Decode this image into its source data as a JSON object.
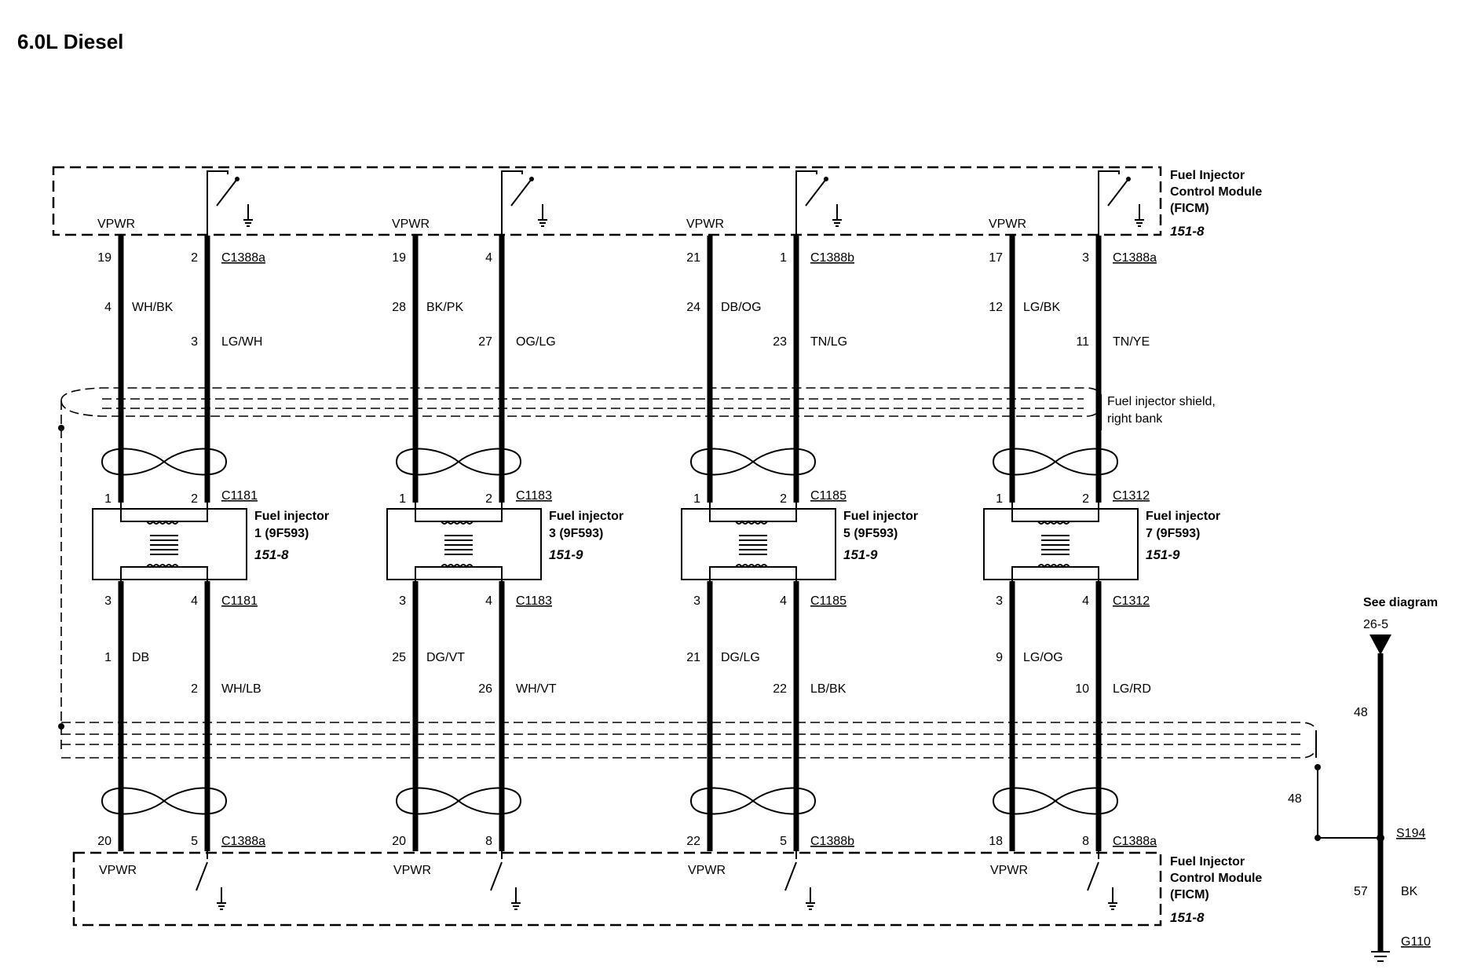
{
  "title": "6.0L Diesel",
  "module_top": {
    "name": [
      "Fuel Injector",
      "Control Module",
      "(FICM)"
    ],
    "ref": "151-8"
  },
  "module_bottom": {
    "name": [
      "Fuel Injector",
      "Control Module",
      "(FICM)"
    ],
    "ref": "151-8"
  },
  "shield_label": [
    "Fuel injector shield,",
    "right bank"
  ],
  "vpwr": "VPWR",
  "circuits": [
    {
      "top_pins": [
        "19",
        "2"
      ],
      "top_connector": "C1388a",
      "left_circuit": "4",
      "left_color": "WH/BK",
      "right_circuit": "3",
      "right_color": "LG/WH",
      "inj_top_pins": [
        "1",
        "2"
      ],
      "inj_connector": "C1181",
      "injector": [
        "Fuel injector",
        "1 (9F593)"
      ],
      "injector_ref": "151-8",
      "inj_bot_pins": [
        "3",
        "4"
      ],
      "left_circuit_b": "1",
      "left_color_b": "DB",
      "right_circuit_b": "2",
      "right_color_b": "WH/LB",
      "bot_pins": [
        "20",
        "5"
      ],
      "bot_connector": "C1388a"
    },
    {
      "top_pins": [
        "19",
        "4"
      ],
      "top_connector": "",
      "left_circuit": "28",
      "left_color": "BK/PK",
      "right_circuit": "27",
      "right_color": "OG/LG",
      "inj_top_pins": [
        "1",
        "2"
      ],
      "inj_connector": "C1183",
      "injector": [
        "Fuel injector",
        "3 (9F593)"
      ],
      "injector_ref": "151-9",
      "inj_bot_pins": [
        "3",
        "4"
      ],
      "left_circuit_b": "25",
      "left_color_b": "DG/VT",
      "right_circuit_b": "26",
      "right_color_b": "WH/VT",
      "bot_pins": [
        "20",
        "8"
      ],
      "bot_connector": ""
    },
    {
      "top_pins": [
        "21",
        "1"
      ],
      "top_connector": "C1388b",
      "left_circuit": "24",
      "left_color": "DB/OG",
      "right_circuit": "23",
      "right_color": "TN/LG",
      "inj_top_pins": [
        "1",
        "2"
      ],
      "inj_connector": "C1185",
      "injector": [
        "Fuel injector",
        "5 (9F593)"
      ],
      "injector_ref": "151-9",
      "inj_bot_pins": [
        "3",
        "4"
      ],
      "left_circuit_b": "21",
      "left_color_b": "DG/LG",
      "right_circuit_b": "22",
      "right_color_b": "LB/BK",
      "bot_pins": [
        "22",
        "5"
      ],
      "bot_connector": "C1388b"
    },
    {
      "top_pins": [
        "17",
        "3"
      ],
      "top_connector": "C1388a",
      "left_circuit": "12",
      "left_color": "LG/BK",
      "right_circuit": "11",
      "right_color": "TN/YE",
      "inj_top_pins": [
        "1",
        "2"
      ],
      "inj_connector": "C1312",
      "injector": [
        "Fuel injector",
        "7 (9F593)"
      ],
      "injector_ref": "151-9",
      "inj_bot_pins": [
        "3",
        "4"
      ],
      "left_circuit_b": "9",
      "left_color_b": "LG/OG",
      "right_circuit_b": "10",
      "right_color_b": "LG/RD",
      "bot_pins": [
        "18",
        "8"
      ],
      "bot_connector": "C1388a"
    }
  ],
  "ground": {
    "see_diagram": "See diagram",
    "see_ref": "26-5",
    "upper_circuit": "48",
    "branch_circuit": "48",
    "splice": "S194",
    "lower_circuit": "57",
    "lower_color": "BK",
    "ground_point": "G110"
  }
}
